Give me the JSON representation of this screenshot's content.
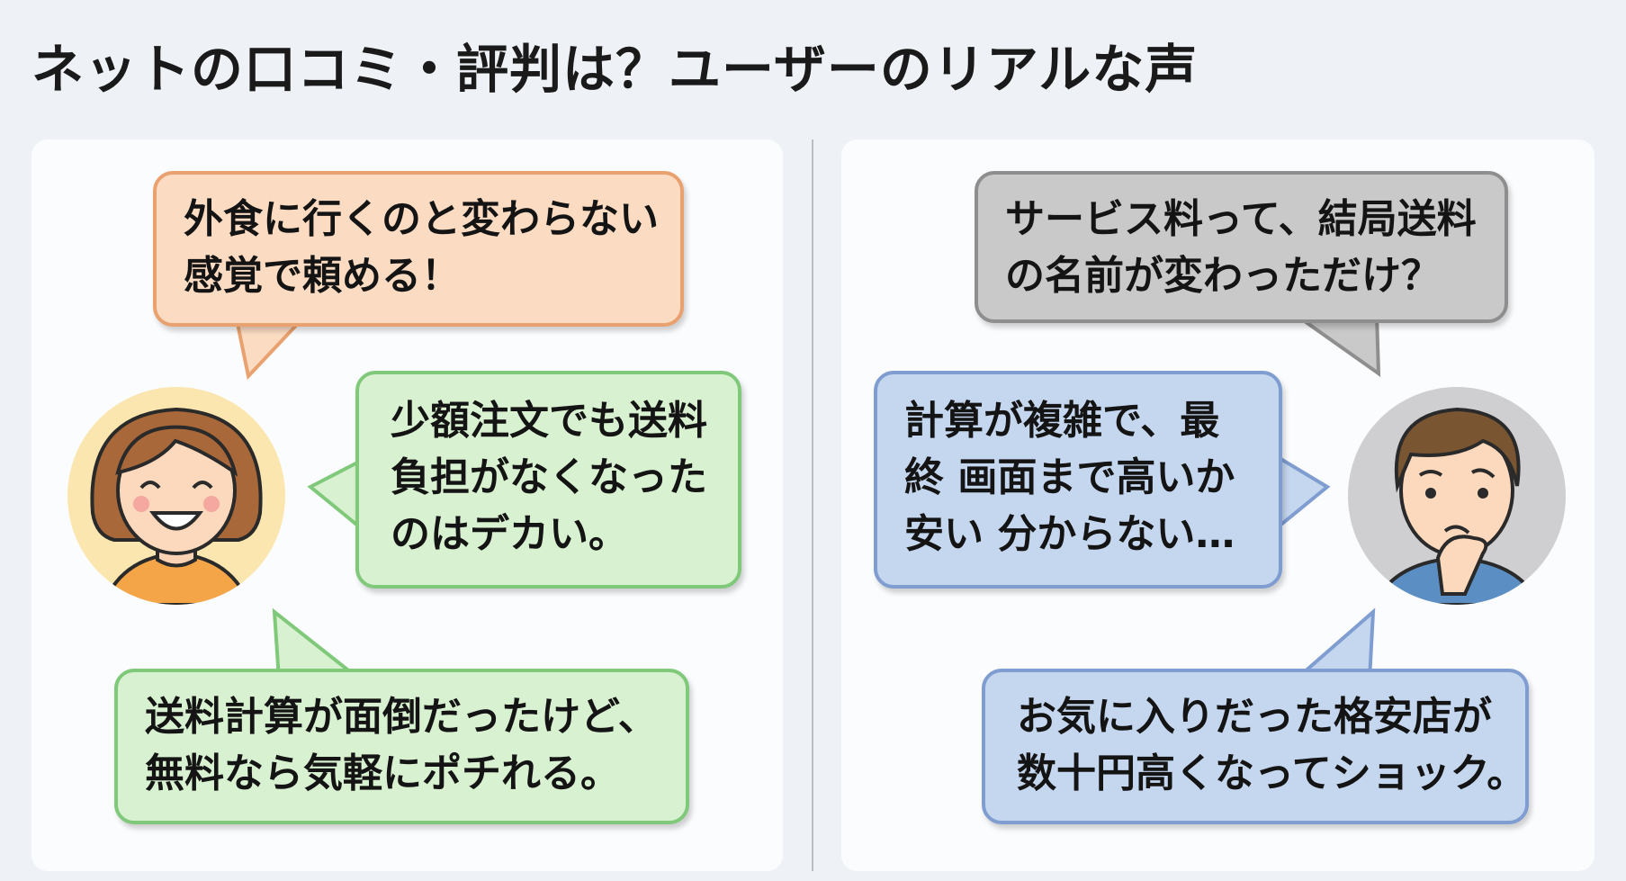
{
  "title": "ネットの口コミ・評判は？ユーザーのリアルな声",
  "left_panel": {
    "avatar": "smiling-woman-icon",
    "bubbles": [
      {
        "lines": [
          "外食に行くのと変わらない",
          "感覚で頼める！"
        ],
        "color": "#fbdcc3"
      },
      {
        "lines": [
          "少額注文でも送料",
          "負担がなくなった",
          "のはデカい。"
        ],
        "color": "#d8f1d1"
      },
      {
        "lines": [
          "送料計算が面倒だったけど、",
          "無料なら気軽にポチれる。"
        ],
        "color": "#d8f1d1"
      }
    ]
  },
  "right_panel": {
    "avatar": "confused-man-icon",
    "bubbles": [
      {
        "lines": [
          "サービス料って、結局送料",
          "の名前が変わっただけ？"
        ],
        "color": "#c9c9c9"
      },
      {
        "lines": [
          "計算が複雑で、最",
          "終 画面まで高いか",
          "安い 分からない…"
        ],
        "color": "#c5d7ef"
      },
      {
        "lines": [
          "お気に入りだった格安店が",
          "数十円高くなってショック。"
        ],
        "color": "#c5d7ef"
      }
    ]
  }
}
